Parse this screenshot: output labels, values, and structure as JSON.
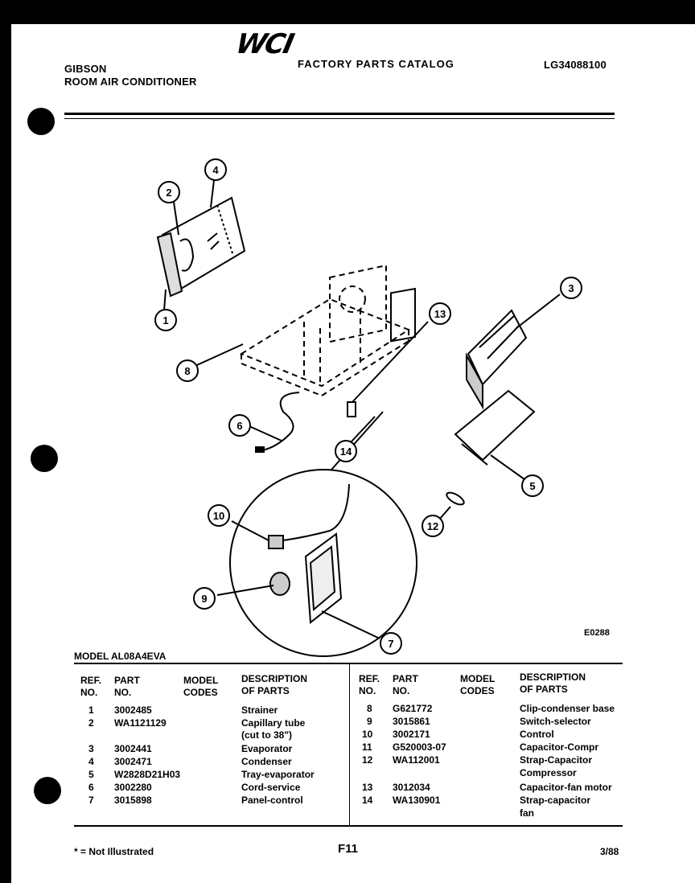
{
  "header": {
    "brand": "GIBSON",
    "product": "ROOM AIR CONDITIONER",
    "logo": "WCI",
    "catalog_title": "FACTORY PARTS CATALOG",
    "catalog_code": "LG34088100"
  },
  "diagram": {
    "code": "E0288",
    "callouts": [
      "1",
      "2",
      "3",
      "4",
      "5",
      "6",
      "7",
      "8",
      "9",
      "10",
      "12",
      "13",
      "14"
    ]
  },
  "model_line": "MODEL AL08A4EVA",
  "columns": {
    "ref1": "REF.",
    "ref2": "NO.",
    "part1": "PART",
    "part2": "NO.",
    "model1": "MODEL",
    "model2": "CODES",
    "desc1": "DESCRIPTION",
    "desc2": "OF PARTS"
  },
  "parts_left": [
    {
      "ref": "1",
      "part": "3002485",
      "desc": "Strainer"
    },
    {
      "ref": "2",
      "part": "WA1121129",
      "desc": "Capillary tube",
      "desc2": "(cut to 38\")"
    },
    {
      "ref": "3",
      "part": "3002441",
      "desc": "Evaporator"
    },
    {
      "ref": "4",
      "part": "3002471",
      "desc": "Condenser"
    },
    {
      "ref": "5",
      "part": "W2828D21H03",
      "desc": "Tray-evaporator"
    },
    {
      "ref": "6",
      "part": "3002280",
      "desc": "Cord-service"
    },
    {
      "ref": "7",
      "part": "3015898",
      "desc": "Panel-control"
    }
  ],
  "parts_right": [
    {
      "ref": "8",
      "part": "G621772",
      "desc": "Clip-condenser base"
    },
    {
      "ref": "9",
      "part": "3015861",
      "desc": "Switch-selector"
    },
    {
      "ref": "10",
      "part": "3002171",
      "desc": "Control"
    },
    {
      "ref": "11",
      "part": "G520003-07",
      "desc": "Capacitor-Compr"
    },
    {
      "ref": "12",
      "part": "WA112001",
      "desc": "Strap-Capacitor",
      "desc2": "Compressor"
    },
    {
      "ref": "13",
      "part": "3012034",
      "desc": "Capacitor-fan motor"
    },
    {
      "ref": "14",
      "part": "WA130901",
      "desc": "Strap-capacitor",
      "desc2": "fan"
    }
  ],
  "footer": {
    "note": "* = Not Illustrated",
    "page": "F11",
    "date": "3/88"
  }
}
